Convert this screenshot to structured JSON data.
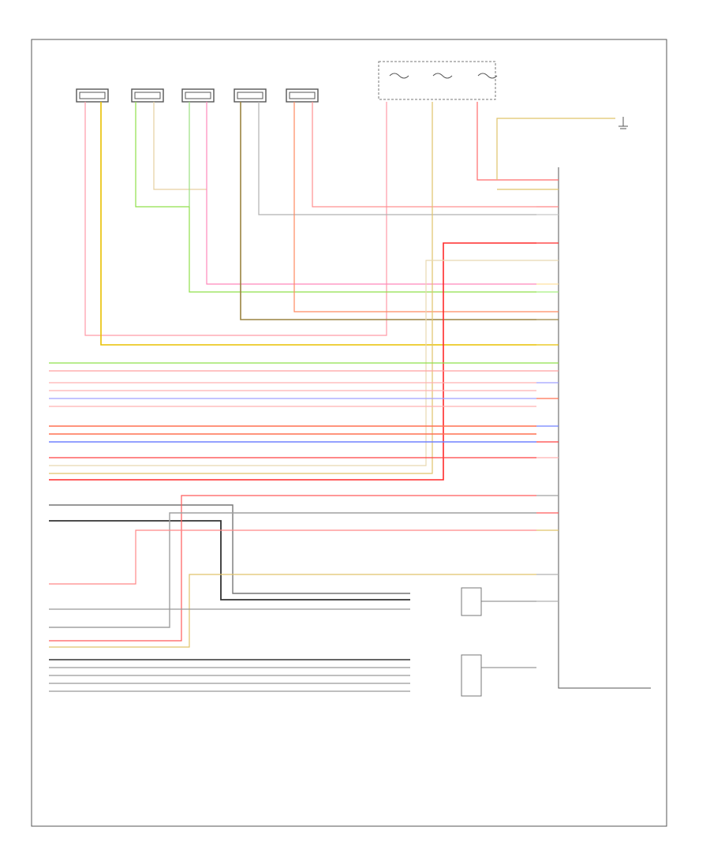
{
  "diagram": {
    "page_label": "",
    "footer_code": "",
    "top_components": [
      {
        "id": "c1",
        "name": "",
        "pins": [
          "",
          ""
        ],
        "wires": [
          "#ff9aa8",
          "#e8c000"
        ]
      },
      {
        "id": "c2",
        "name": "",
        "pins": [
          "",
          ""
        ],
        "wires": [
          "#8fe04a",
          "#e6d0a0"
        ]
      },
      {
        "id": "c3",
        "name": "",
        "pins": [
          "",
          ""
        ],
        "wires": [
          "#9be080",
          "#ff88bb"
        ]
      },
      {
        "id": "c4",
        "name": "",
        "pins": [
          "",
          ""
        ],
        "wires": [
          "#9a8440",
          "#b0b0b0"
        ]
      },
      {
        "id": "c5",
        "name": "",
        "pins": [
          "",
          ""
        ],
        "wires": [
          "#ff8a60",
          "#ff9090"
        ]
      }
    ],
    "fuses": [
      {
        "id": "f1",
        "name": "",
        "rating": ""
      },
      {
        "id": "f2",
        "name": "",
        "rating": ""
      },
      {
        "id": "f3",
        "name": "",
        "rating": ""
      }
    ],
    "fuse_box_label": "",
    "ground_label": "",
    "module_label": "",
    "module_pins": [
      {
        "label": "",
        "color": "#ff6b6b"
      },
      {
        "label": "",
        "color": "#e0c36a"
      },
      {
        "label": "",
        "color": "#ff8888"
      },
      {
        "label": "",
        "color": "#c8c8c8"
      },
      {
        "label": "",
        "color": "#ff2a2a"
      },
      {
        "label": "",
        "color": "#e8d8b0"
      },
      {
        "label": "",
        "color": "#ffe0a0"
      },
      {
        "label": "",
        "color": "#a8f080"
      },
      {
        "label": "",
        "color": "#ff8a60"
      },
      {
        "label": "",
        "color": "#9a8440"
      },
      {
        "label": "",
        "color": "#e8c000"
      },
      {
        "label": "",
        "color": "#8fe04a"
      },
      {
        "label": "",
        "color": "#ffa0a0"
      },
      {
        "label": "",
        "color": "#a0a0ff"
      },
      {
        "label": "",
        "color": "#ff7050"
      },
      {
        "label": "",
        "color": "#7080ff"
      },
      {
        "label": "",
        "color": "#ff4040"
      },
      {
        "label": "",
        "color": "#ffb0b0"
      },
      {
        "label": "",
        "color": "#a0a0a0"
      },
      {
        "label": "",
        "color": "#ff5a5a"
      },
      {
        "label": "",
        "color": "#e0c36a"
      },
      {
        "label": "",
        "color": "#b0b0b0"
      },
      {
        "label": "",
        "color": "#b0b0b0"
      }
    ],
    "left_terminals": [
      {
        "pin": "",
        "label": ""
      },
      {
        "pin": "",
        "label": ""
      },
      {
        "pin": "",
        "label": ""
      },
      {
        "pin": "",
        "label": ""
      },
      {
        "pin": "",
        "label": ""
      },
      {
        "pin": "",
        "label": ""
      },
      {
        "pin": "",
        "label": ""
      },
      {
        "pin": "",
        "label": ""
      }
    ],
    "connector_blocks": [
      {
        "id": "j1",
        "label": ""
      },
      {
        "id": "j2",
        "label": ""
      }
    ]
  }
}
